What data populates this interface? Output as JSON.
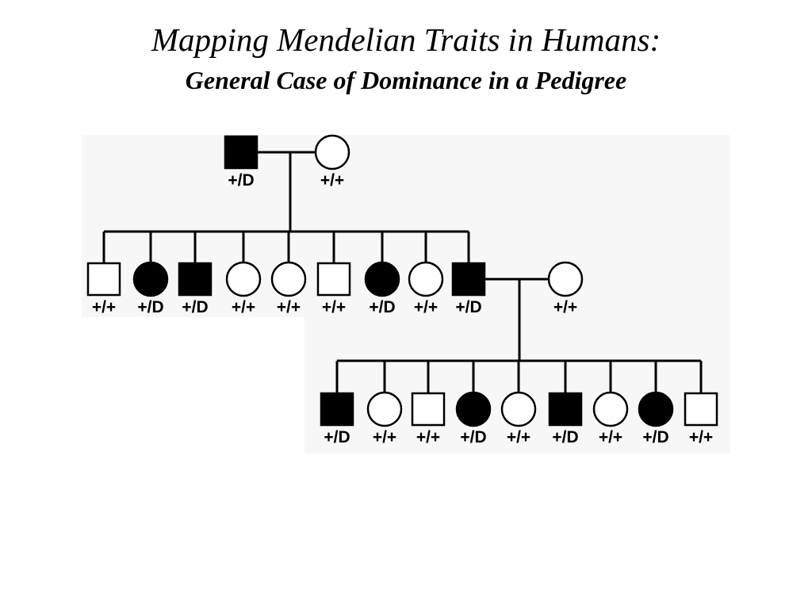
{
  "header": {
    "title": "Mapping Mendelian Traits in Humans:",
    "subtitle": "General Case of Dominance in a Pedigree"
  },
  "colors": {
    "affected": "#000000",
    "unaffected": "#ffffff",
    "line": "#000000",
    "panel": "#f7f7f7"
  },
  "pedigree": {
    "generations": [
      {
        "id": "I",
        "individuals": [
          {
            "id": "I-1",
            "sex": "male",
            "affected": true,
            "genotype": "+/D"
          },
          {
            "id": "I-2",
            "sex": "female",
            "affected": false,
            "genotype": "+/+"
          }
        ]
      },
      {
        "id": "II",
        "individuals": [
          {
            "id": "II-1",
            "sex": "male",
            "affected": false,
            "genotype": "+/+"
          },
          {
            "id": "II-2",
            "sex": "female",
            "affected": true,
            "genotype": "+/D"
          },
          {
            "id": "II-3",
            "sex": "male",
            "affected": true,
            "genotype": "+/D"
          },
          {
            "id": "II-4",
            "sex": "female",
            "affected": false,
            "genotype": "+/+"
          },
          {
            "id": "II-5",
            "sex": "female",
            "affected": false,
            "genotype": "+/+"
          },
          {
            "id": "II-6",
            "sex": "male",
            "affected": false,
            "genotype": "+/+"
          },
          {
            "id": "II-7",
            "sex": "female",
            "affected": true,
            "genotype": "+/D"
          },
          {
            "id": "II-8",
            "sex": "female",
            "affected": false,
            "genotype": "+/+"
          },
          {
            "id": "II-9",
            "sex": "male",
            "affected": true,
            "genotype": "+/D"
          },
          {
            "id": "II-10",
            "sex": "female",
            "affected": false,
            "genotype": "+/+"
          }
        ]
      },
      {
        "id": "III",
        "individuals": [
          {
            "id": "III-1",
            "sex": "male",
            "affected": true,
            "genotype": "+/D"
          },
          {
            "id": "III-2",
            "sex": "female",
            "affected": false,
            "genotype": "+/+"
          },
          {
            "id": "III-3",
            "sex": "male",
            "affected": false,
            "genotype": "+/+"
          },
          {
            "id": "III-4",
            "sex": "female",
            "affected": true,
            "genotype": "+/D"
          },
          {
            "id": "III-5",
            "sex": "female",
            "affected": false,
            "genotype": "+/+"
          },
          {
            "id": "III-6",
            "sex": "male",
            "affected": true,
            "genotype": "+/D"
          },
          {
            "id": "III-7",
            "sex": "female",
            "affected": false,
            "genotype": "+/+"
          },
          {
            "id": "III-8",
            "sex": "female",
            "affected": true,
            "genotype": "+/D"
          },
          {
            "id": "III-9",
            "sex": "male",
            "affected": false,
            "genotype": "+/+"
          }
        ]
      }
    ],
    "matings": [
      {
        "partners": [
          "I-1",
          "I-2"
        ],
        "children": [
          "II-1",
          "II-2",
          "II-3",
          "II-4",
          "II-5",
          "II-6",
          "II-7",
          "II-8",
          "II-9"
        ]
      },
      {
        "partners": [
          "II-9",
          "II-10"
        ],
        "children": [
          "III-1",
          "III-2",
          "III-3",
          "III-4",
          "III-5",
          "III-6",
          "III-7",
          "III-8",
          "III-9"
        ]
      }
    ]
  }
}
